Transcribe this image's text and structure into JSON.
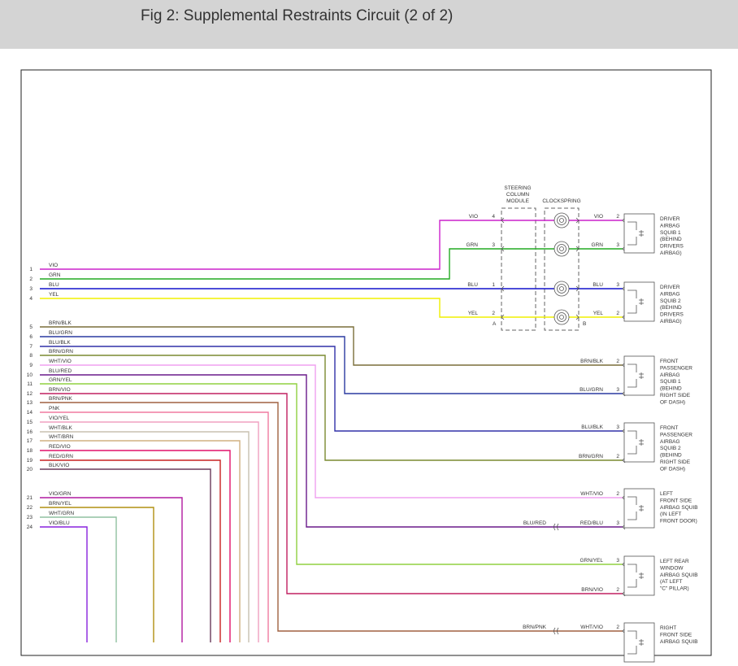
{
  "title": "Fig 2: Supplemental Restraints Circuit (2 of 2)",
  "headers": {
    "scm": [
      "STEERING",
      "COLUMN",
      "MODULE"
    ],
    "clock": "CLOCKSPRING"
  },
  "pin_letters": {
    "a": "A",
    "b": "B"
  },
  "colors": {
    "VIO": "#cc22cc",
    "GRN": "#22aa22",
    "BLU": "#1111cc",
    "YEL": "#f0f000",
    "BRN/BLK": "#7a6e3a",
    "BLU/GRN": "#2a3aa0",
    "BLU/BLK": "#3030a8",
    "BRN/GRN": "#7a8a30",
    "WHT/VIO": "#f0a0f0",
    "BLU/RED": "#6a1a8a",
    "GRN/YEL": "#90d040",
    "BRN/VIO": "#c02060",
    "BRN/PNK": "#a06040",
    "PNK": "#f07aa0",
    "VIO/YEL": "#f0a0c0",
    "WHT/BLK": "#c8c0b0",
    "WHT/BRN": "#d0b080",
    "RED/VIO": "#e0106a",
    "RED/GRN": "#c82020",
    "BLK/VIO": "#6a3a5a",
    "VIO/GRN": "#b01aa0",
    "BRN/YEL": "#b09010",
    "WHT/GRN": "#90c0a0",
    "VIO/BLU": "#8822dd"
  },
  "left_wires": [
    {
      "n": "1",
      "color": "VIO"
    },
    {
      "n": "2",
      "color": "GRN"
    },
    {
      "n": "3",
      "color": "BLU"
    },
    {
      "n": "4",
      "color": "YEL"
    },
    {
      "n": "5",
      "color": "BRN/BLK"
    },
    {
      "n": "6",
      "color": "BLU/GRN"
    },
    {
      "n": "7",
      "color": "BLU/BLK"
    },
    {
      "n": "8",
      "color": "BRN/GRN"
    },
    {
      "n": "9",
      "color": "WHT/VIO"
    },
    {
      "n": "10",
      "color": "BLU/RED"
    },
    {
      "n": "11",
      "color": "GRN/YEL"
    },
    {
      "n": "12",
      "color": "BRN/VIO"
    },
    {
      "n": "13",
      "color": "BRN/PNK"
    },
    {
      "n": "14",
      "color": "PNK"
    },
    {
      "n": "15",
      "color": "VIO/YEL"
    },
    {
      "n": "16",
      "color": "WHT/BLK"
    },
    {
      "n": "17",
      "color": "WHT/BRN"
    },
    {
      "n": "18",
      "color": "RED/VIO"
    },
    {
      "n": "19",
      "color": "RED/GRN"
    },
    {
      "n": "20",
      "color": "BLK/VIO"
    },
    {
      "n": "21",
      "color": "VIO/GRN"
    },
    {
      "n": "22",
      "color": "BRN/YEL"
    },
    {
      "n": "23",
      "color": "WHT/GRN"
    },
    {
      "n": "24",
      "color": "VIO/BLU"
    }
  ],
  "steering_pins": [
    {
      "pin": "4",
      "wire": "VIO"
    },
    {
      "pin": "3",
      "wire": "GRN"
    },
    {
      "pin": "1",
      "wire": "BLU"
    },
    {
      "pin": "2",
      "wire": "YEL"
    }
  ],
  "components": [
    {
      "label": [
        "DRIVER",
        "AIRBAG",
        "SQUIB 1",
        "(BEHIND",
        "DRIVERS",
        "AIRBAG)"
      ],
      "pins": [
        {
          "pin": "2",
          "wire": "VIO"
        },
        {
          "pin": "3",
          "wire": "GRN"
        }
      ]
    },
    {
      "label": [
        "DRIVER",
        "AIRBAG",
        "SQUIB 2",
        "(BEHIND",
        "DRIVERS",
        "AIRBAG)"
      ],
      "pins": [
        {
          "pin": "3",
          "wire": "BLU"
        },
        {
          "pin": "2",
          "wire": "YEL"
        }
      ]
    },
    {
      "label": [
        "FRONT",
        "PASSENGER",
        "AIRBAG",
        "SQUIB 1",
        "(BEHIND",
        "RIGHT SIDE",
        "OF DASH)"
      ],
      "pins": [
        {
          "pin": "2",
          "wire": "BRN/BLK"
        },
        {
          "pin": "3",
          "wire": "BLU/GRN"
        }
      ]
    },
    {
      "label": [
        "FRONT",
        "PASSENGER",
        "AIRBAG",
        "SQUIB 2",
        "(BEHIND",
        "RIGHT SIDE",
        "OF DASH)"
      ],
      "pins": [
        {
          "pin": "3",
          "wire": "BLU/BLK"
        },
        {
          "pin": "2",
          "wire": "BRN/GRN"
        }
      ]
    },
    {
      "label": [
        "LEFT",
        "FRONT SIDE",
        "AIRBAG SQUIB",
        "(IN LEFT",
        "FRONT DOOR)"
      ],
      "pins": [
        {
          "pin": "2",
          "wire": "WHT/VIO"
        },
        {
          "pin": "3",
          "wire": "RED/BLU",
          "source": "BLU/RED"
        }
      ]
    },
    {
      "label": [
        "LEFT REAR",
        "WINDOW",
        "AIRBAG SQUIB",
        "(AT LEFT",
        "\"C\" PILLAR)"
      ],
      "pins": [
        {
          "pin": "3",
          "wire": "GRN/YEL"
        },
        {
          "pin": "2",
          "wire": "BRN/VIO"
        }
      ]
    },
    {
      "label": [
        "RIGHT",
        "FRONT SIDE",
        "AIRBAG SQUIB"
      ],
      "pins": [
        {
          "pin": "2",
          "wire": "WHT/VIO",
          "source": "BRN/PNK"
        }
      ]
    }
  ]
}
